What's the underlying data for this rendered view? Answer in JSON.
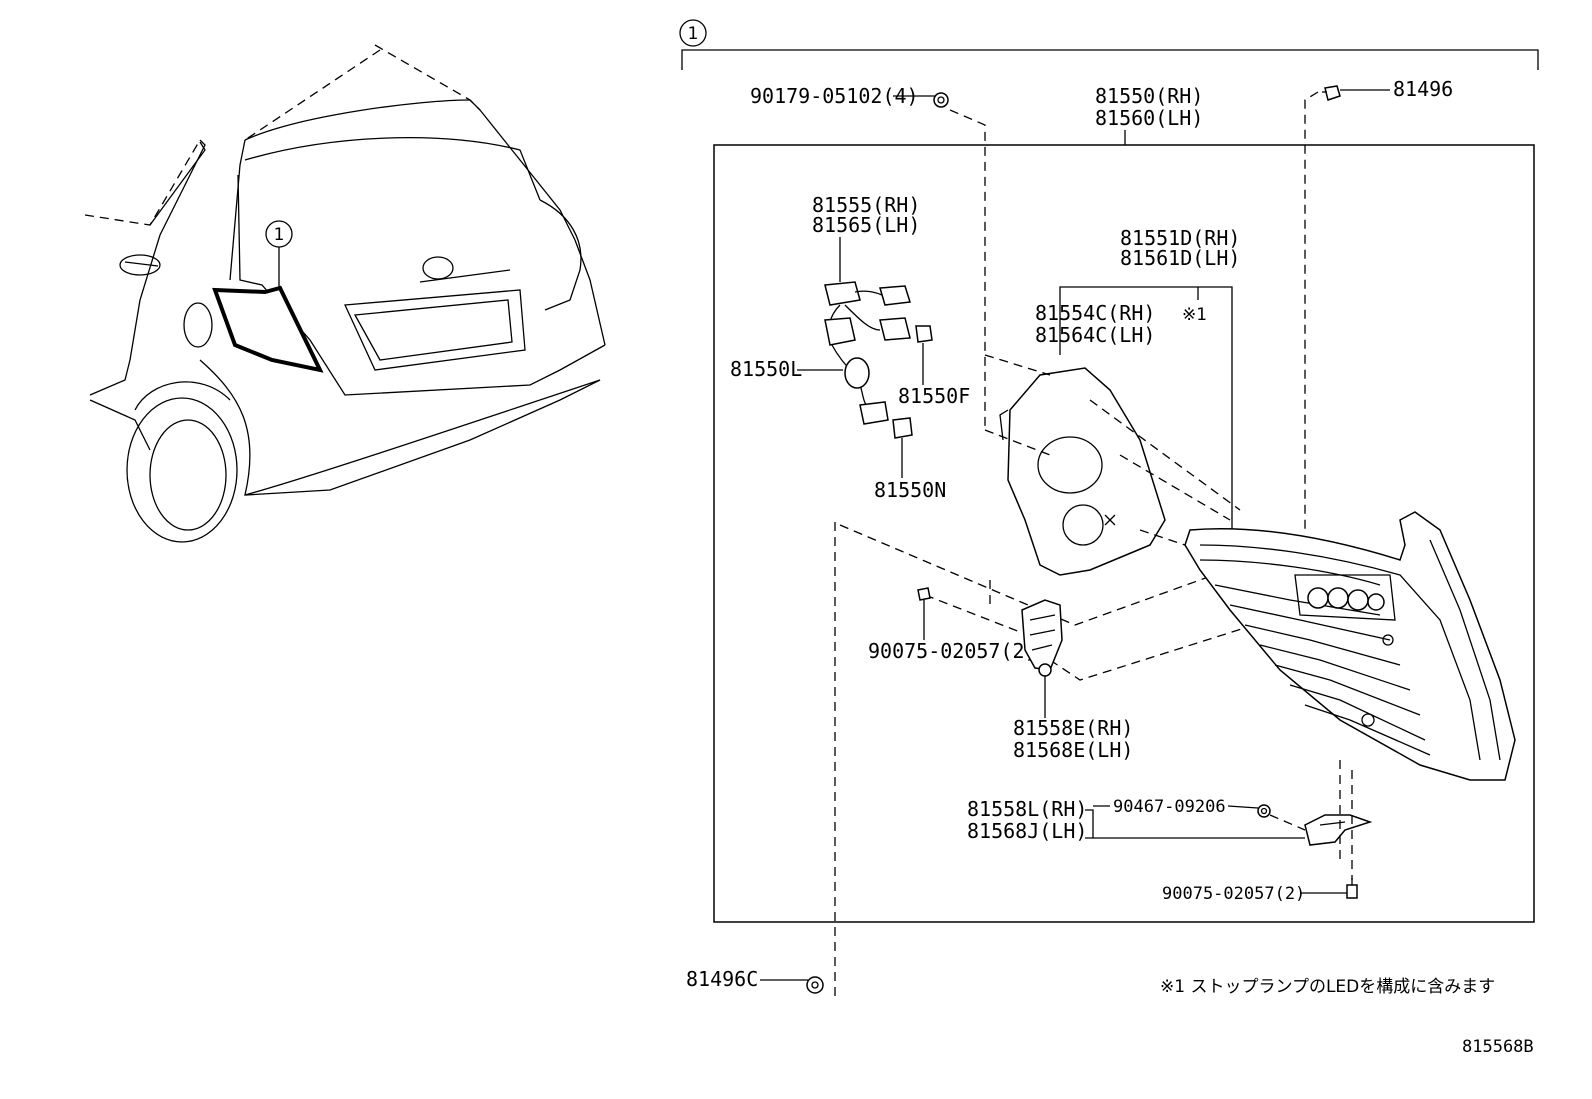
{
  "callout_ref": "1",
  "assembly": {
    "part_rh": "81550(RH)",
    "part_lh": "81560(LH)"
  },
  "parts": {
    "screw_top": "90179-05102(4)",
    "clip_top": "81496",
    "socket_rh": "81555(RH)",
    "socket_lh": "81565(LH)",
    "bulb_l": "81550L",
    "bulb_f": "81550F",
    "bulb_n": "81550N",
    "lens_rh": "81551D(RH)",
    "lens_lh": "81561D(LH)",
    "lens_note": "※1",
    "gasket_rh": "81554C(RH)",
    "gasket_lh": "81564C(LH)",
    "screw_mid": "90075-02057(2)",
    "bracket_rh": "81558E(RH)",
    "bracket_lh": "81568E(LH)",
    "bracket2_rh": "81558L(RH)",
    "bracket2_lh": "81568J(LH)",
    "screw_bottom": "90467-09206",
    "screw_lower": "90075-02057(2)",
    "clip_bottom": "81496C"
  },
  "footnote": "※1 ストップランプのLEDを構成に含みます",
  "diagram_id": "815568B"
}
